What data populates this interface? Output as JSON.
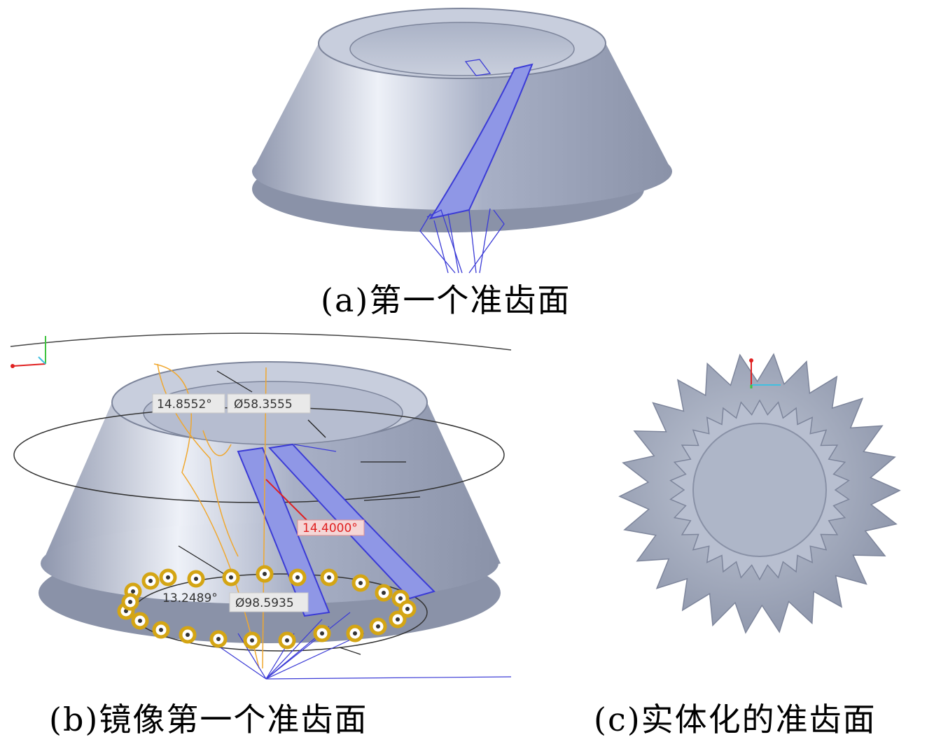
{
  "captions": {
    "a": "(a)第一个准齿面",
    "b": "(b)镜像第一个准齿面",
    "c": "(c)实体化的准齿面"
  },
  "annotations": {
    "angle_top": "14.8552°",
    "diameter_top": "Ø58.3555",
    "angle_mid": "14.4000°",
    "angle_bottom": "13.2489°",
    "diameter_bottom": "Ø98.5935"
  },
  "colors": {
    "cone_body": "#a9b1c7",
    "tooth_surface": "#8f97e6",
    "sketch_line": "#3b3bd6",
    "guide_curve": "#f0a830",
    "dimension_red": "#e02020",
    "handle_gold": "#d4a514"
  }
}
